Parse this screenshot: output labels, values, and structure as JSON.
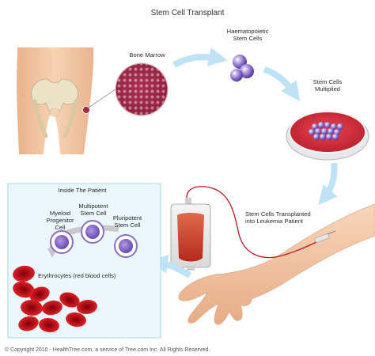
{
  "title": "Stem Cell Transplant",
  "labels": {
    "bone_marrow": "Bone Marrow",
    "haematopoietic_1": "Haematopoietic",
    "haematopoietic_2": "Stem Cells",
    "multiplied_1": "Stem Cells",
    "multiplied_2": "Multiplied",
    "transplanted_1": "Stem Cells Transplanted",
    "transplanted_2": "into Leukemia Patient",
    "inside_patient": "Inside The Patient",
    "myeloid_1": "Myeloid",
    "myeloid_2": "Progenitor",
    "myeloid_3": "Cell",
    "multipotent_1": "Multipotent",
    "multipotent_2": "Stem Cell",
    "pluripotent_1": "Pluripotent",
    "pluripotent_2": "Stem Cell",
    "erythrocytes": "Erythrocytes (red blood cells)"
  },
  "copyright": "© Copyright 2010 - HealthTree.com, a service of Tree.com Inc. All Rights Reserved.",
  "colors": {
    "arrow": "#bfe3f6",
    "panel_bg": "#eaf7fc",
    "panel_border": "#a9d6ea",
    "stem_cell": "#8a6fc4",
    "blood": "#c8141e",
    "skin": "#f4c8a4",
    "bone": "#ece3c6"
  }
}
